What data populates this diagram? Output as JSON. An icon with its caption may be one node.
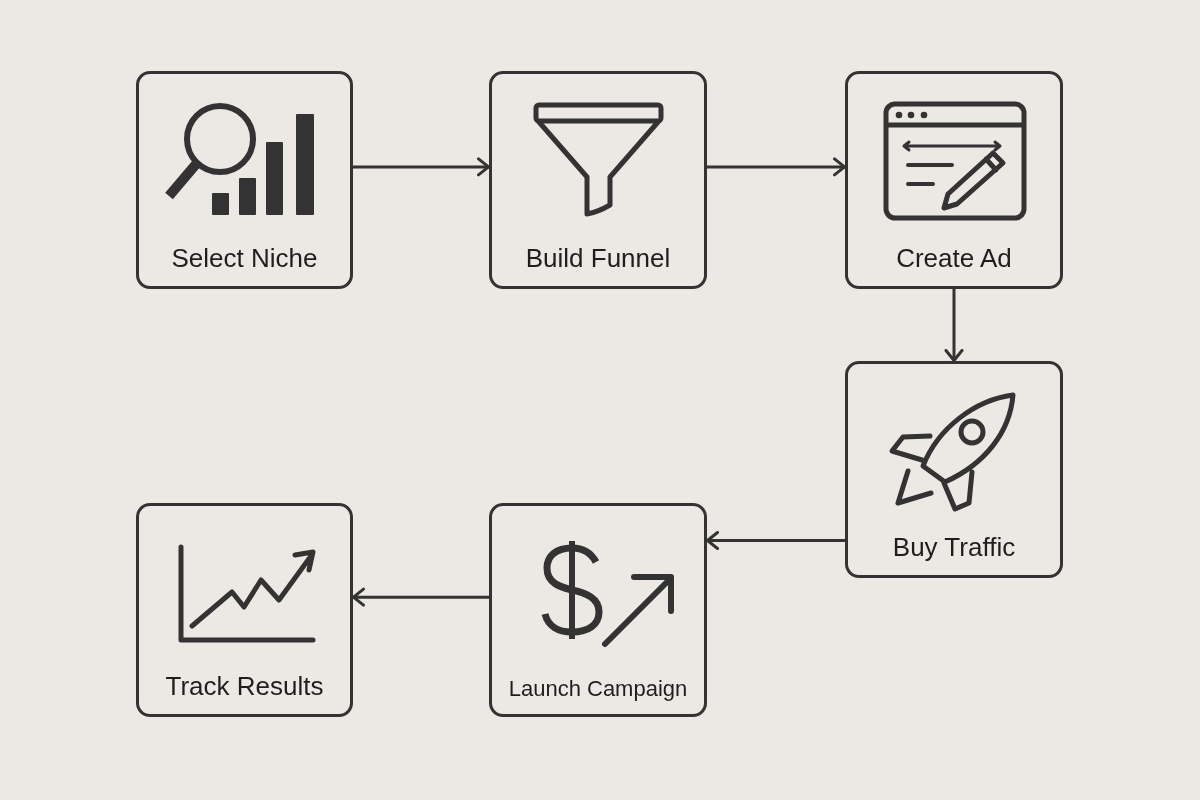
{
  "diagram": {
    "nodes": [
      {
        "text": [
          "Select Niche"
        ]
      },
      {
        "text": [
          "Build Funnel"
        ]
      },
      {
        "text": [
          "Create Ad"
        ]
      },
      {
        "text": [
          "Buy Traffic"
        ]
      },
      {
        "text": [
          "Launch Campaign"
        ]
      },
      {
        "text": [
          "Track Results"
        ]
      }
    ],
    "edges": [
      {
        "from": 0,
        "to": 1,
        "arrow": "to"
      },
      {
        "from": 1,
        "to": 2,
        "arrow": "to"
      },
      {
        "from": 2,
        "to": 3,
        "arrow": "to"
      },
      {
        "from": 3,
        "to": 4,
        "arrow": "to"
      },
      {
        "from": 4,
        "to": 5,
        "arrow": "to"
      }
    ]
  }
}
